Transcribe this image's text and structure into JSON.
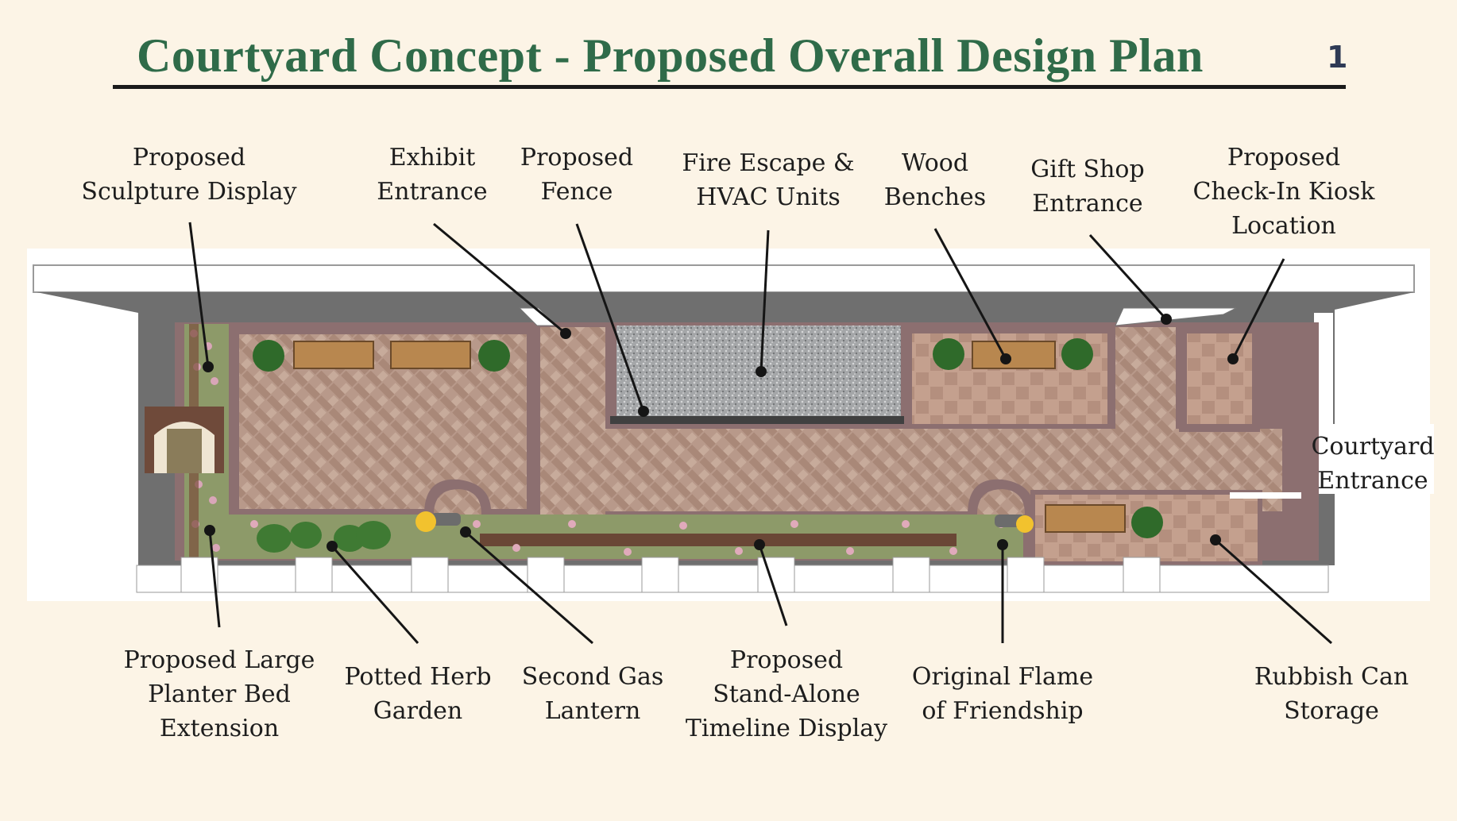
{
  "header": {
    "title": "Courtyard Concept - Proposed Overall Design Plan",
    "page_number": "1"
  },
  "labels": {
    "sculpture": [
      "Proposed",
      "Sculpture Display"
    ],
    "exhibit": [
      "Exhibit",
      "Entrance"
    ],
    "fence": [
      "Proposed",
      "Fence"
    ],
    "fire_escape": [
      "Fire Escape &",
      "HVAC Units"
    ],
    "benches": [
      "Wood",
      "Benches"
    ],
    "gift_shop": [
      "Gift Shop",
      "Entrance"
    ],
    "kiosk": [
      "Proposed",
      "Check-In Kiosk",
      "Location"
    ],
    "courtyard": [
      "Courtyard",
      "Entrance"
    ],
    "planter_bed": [
      "Proposed Large",
      "Planter Bed",
      "Extension"
    ],
    "herb_garden": [
      "Potted Herb",
      "Garden"
    ],
    "gas_lantern": [
      "Second Gas",
      "Lantern"
    ],
    "timeline": [
      "Proposed",
      "Stand-Alone",
      "Timeline Display"
    ],
    "flame": [
      "Original Flame",
      "of Friendship"
    ],
    "rubbish": [
      "Rubbish Can",
      "Storage"
    ]
  },
  "colors": {
    "title": "#2f6b49",
    "roof": "#6f6f6f",
    "paving": "#b79a88",
    "gravel": "#9c9ea0",
    "border": "#8c6f70"
  }
}
